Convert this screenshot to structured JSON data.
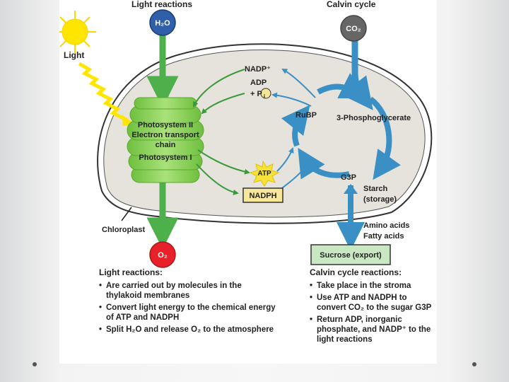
{
  "headers": {
    "light_reactions": "Light reactions",
    "calvin_cycle": "Calvin cycle"
  },
  "molecules": {
    "h2o": "H₂O",
    "co2": "CO₂",
    "o2": "O₂",
    "light": "Light",
    "nadp_plus": "NADP⁺",
    "adp": "ADP",
    "plus_p": "+ P",
    "pi_subscript": "i",
    "atp": "ATP",
    "nadph": "NADPH",
    "rubp": "RuBP",
    "phosphoglycerate": "3-Phosphoglycerate",
    "g3p": "G3P",
    "starch_line1": "Starch",
    "starch_line2": "(storage)",
    "amino_acids": "Amino acids",
    "fatty_acids": "Fatty acids",
    "sucrose": "Sucrose (export)",
    "chloroplast": "Chloroplast"
  },
  "thylakoid": {
    "line1": "Photosystem II",
    "line2": "Electron transport",
    "line3": "chain",
    "line4": "Photosystem I"
  },
  "legend": {
    "light": {
      "title": "Light reactions:",
      "items": [
        "Are carried out by molecules in the thylakoid membranes",
        "Convert light energy to the chemical energy of ATP and NADPH",
        "Split H₂O and release O₂ to the atmosphere"
      ]
    },
    "calvin": {
      "title": "Calvin cycle reactions:",
      "items": [
        "Take place in the stroma",
        "Use ATP and NADPH to convert CO₂ to the sugar G3P",
        "Return ADP, inorganic phosphate, and NADP⁺ to the light reactions"
      ]
    }
  },
  "colors": {
    "stroma": "#e6e3dc",
    "thylakoid_green": "#8fd35f",
    "light_arrow_green": "#4db04a",
    "calvin_blue": "#3a8fc4",
    "h2o_blue": "#2f5fa8",
    "co2_gray": "#666666",
    "o2_red": "#e8202a",
    "atp_yellow": "#f6e23a",
    "nadph_yellow": "#f8e79a",
    "sucrose_green": "#c9e7c3",
    "sun_yellow": "#ffe600"
  }
}
